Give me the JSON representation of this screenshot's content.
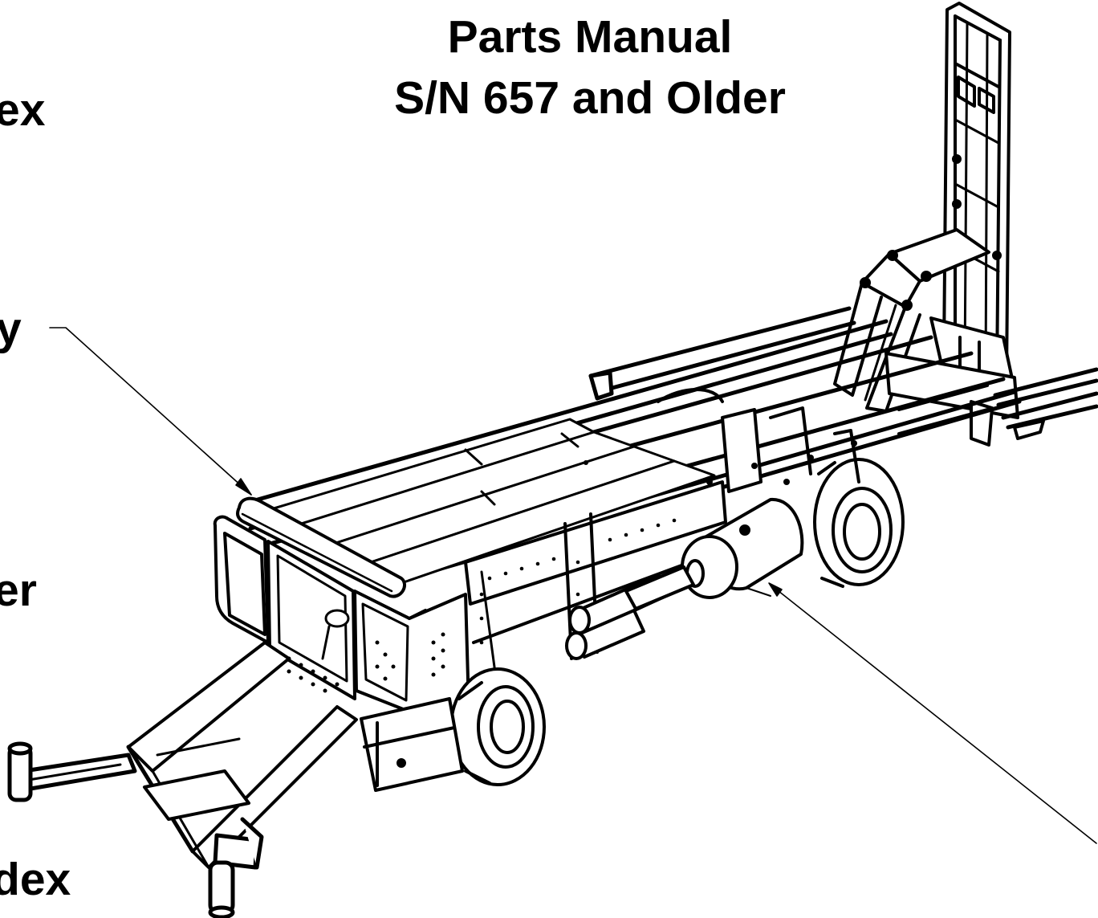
{
  "title": {
    "line1": "Parts Manual",
    "line2": "S/N 657 and Older"
  },
  "left_links": [
    {
      "text": "ex"
    },
    {
      "text": "y"
    },
    {
      "text": "er"
    },
    {
      "text": "dex"
    }
  ],
  "colors": {
    "ink": "#000000",
    "paper": "#ffffff"
  },
  "illustration": {
    "subject": "truck-chassis-line-drawing"
  }
}
